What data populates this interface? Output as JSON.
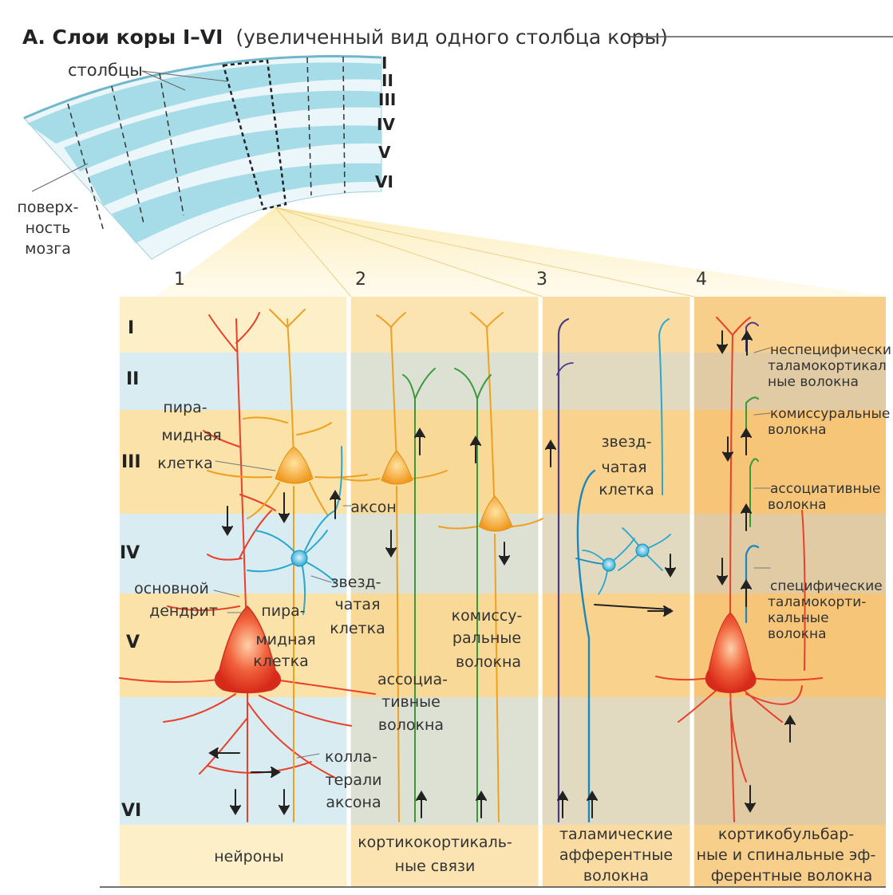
{
  "title": {
    "bold": "А. Слои коры I–VI",
    "rest": "(увеличенный вид одного столбца коры)"
  },
  "overview": {
    "columns_label": "столбцы",
    "layers": [
      "I",
      "II",
      "III",
      "IV",
      "V",
      "VI"
    ],
    "surface_label": [
      "поверх-",
      "ность",
      "мозга"
    ]
  },
  "panel_numbers": [
    "1",
    "2",
    "3",
    "4"
  ],
  "layer_labels": [
    "I",
    "II",
    "III",
    "IV",
    "V",
    "VI"
  ],
  "panel1": {
    "pyramidal_upper": [
      "пира-",
      "мидная",
      "клетка"
    ],
    "axon": "аксон",
    "stellate": [
      "звезд-",
      "чатая",
      "клетка"
    ],
    "basal_dendrite": [
      "основной",
      "дендрит"
    ],
    "pyramidal_lower": [
      "пира-",
      "мидная",
      "клетка"
    ],
    "collaterals": [
      "колла-",
      "терали",
      "аксона"
    ],
    "caption": "нейроны"
  },
  "panel2": {
    "assoc": [
      "ассоциа-",
      "тивные",
      "волокна"
    ],
    "commiss": [
      "комиссу-",
      "ральные",
      "волокна"
    ],
    "caption": [
      "кортикокортикаль-",
      "ные связи"
    ]
  },
  "panel3": {
    "stellate": [
      "звезд-",
      "чатая",
      "клетка"
    ],
    "caption": [
      "таламические",
      "афферентные",
      "волокна"
    ]
  },
  "panel4": {
    "nonspecific": [
      "неспецифически",
      "таламокортикал",
      "ные волокна"
    ],
    "commiss": [
      "комиссуральные",
      "волокна"
    ],
    "assoc": [
      "ассоциативные",
      "волокна"
    ],
    "specific": [
      "специфические",
      "таламокорти-",
      "кальные",
      "волокна"
    ],
    "caption": [
      "кортикобульбар-",
      "ные и спинальные эф-",
      "ферентные волокна"
    ]
  },
  "colors": {
    "cell_red": "#e8402a",
    "cell_orange": "#f0a020",
    "cell_blue": "#2aa7d0",
    "fiber_green": "#3a9a3a",
    "fiber_purple": "#4a3a8a",
    "band_yellow": "#fbe2a8",
    "band_blue": "#d6ecf2",
    "col_teal": "#9fd8e6"
  }
}
